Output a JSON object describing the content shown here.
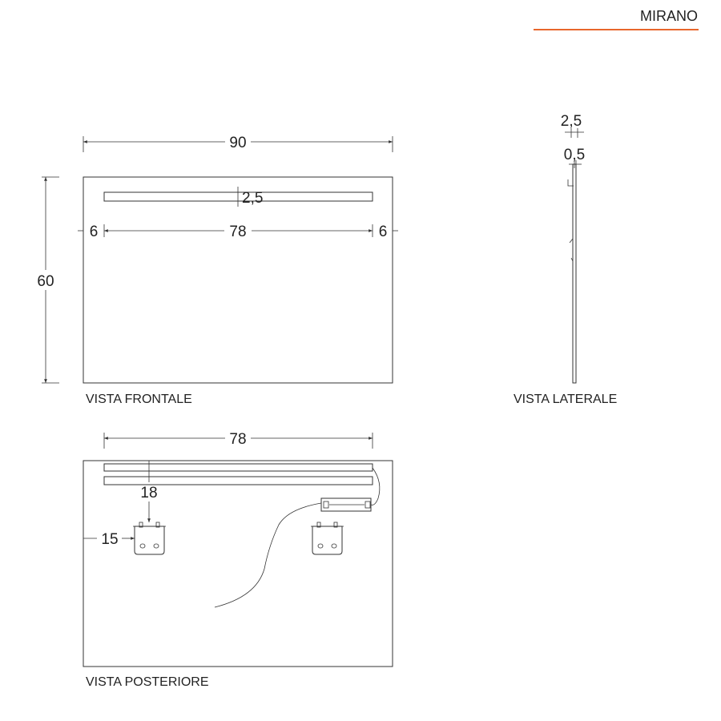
{
  "brand": {
    "name": "MIRANO",
    "accent_color": "#e8662c"
  },
  "front_view": {
    "caption": "VISTA FRONTALE",
    "width": "90",
    "height": "60",
    "led_height": "2,5",
    "led_length": "78",
    "margin_left": "6",
    "margin_right": "6"
  },
  "side_view": {
    "caption": "VISTA LATERALE",
    "thickness": "2,5",
    "glass": "0,5"
  },
  "back_view": {
    "caption": "VISTA POSTERIORE",
    "bar_length": "78",
    "bracket_top": "18",
    "bracket_left": "15"
  }
}
